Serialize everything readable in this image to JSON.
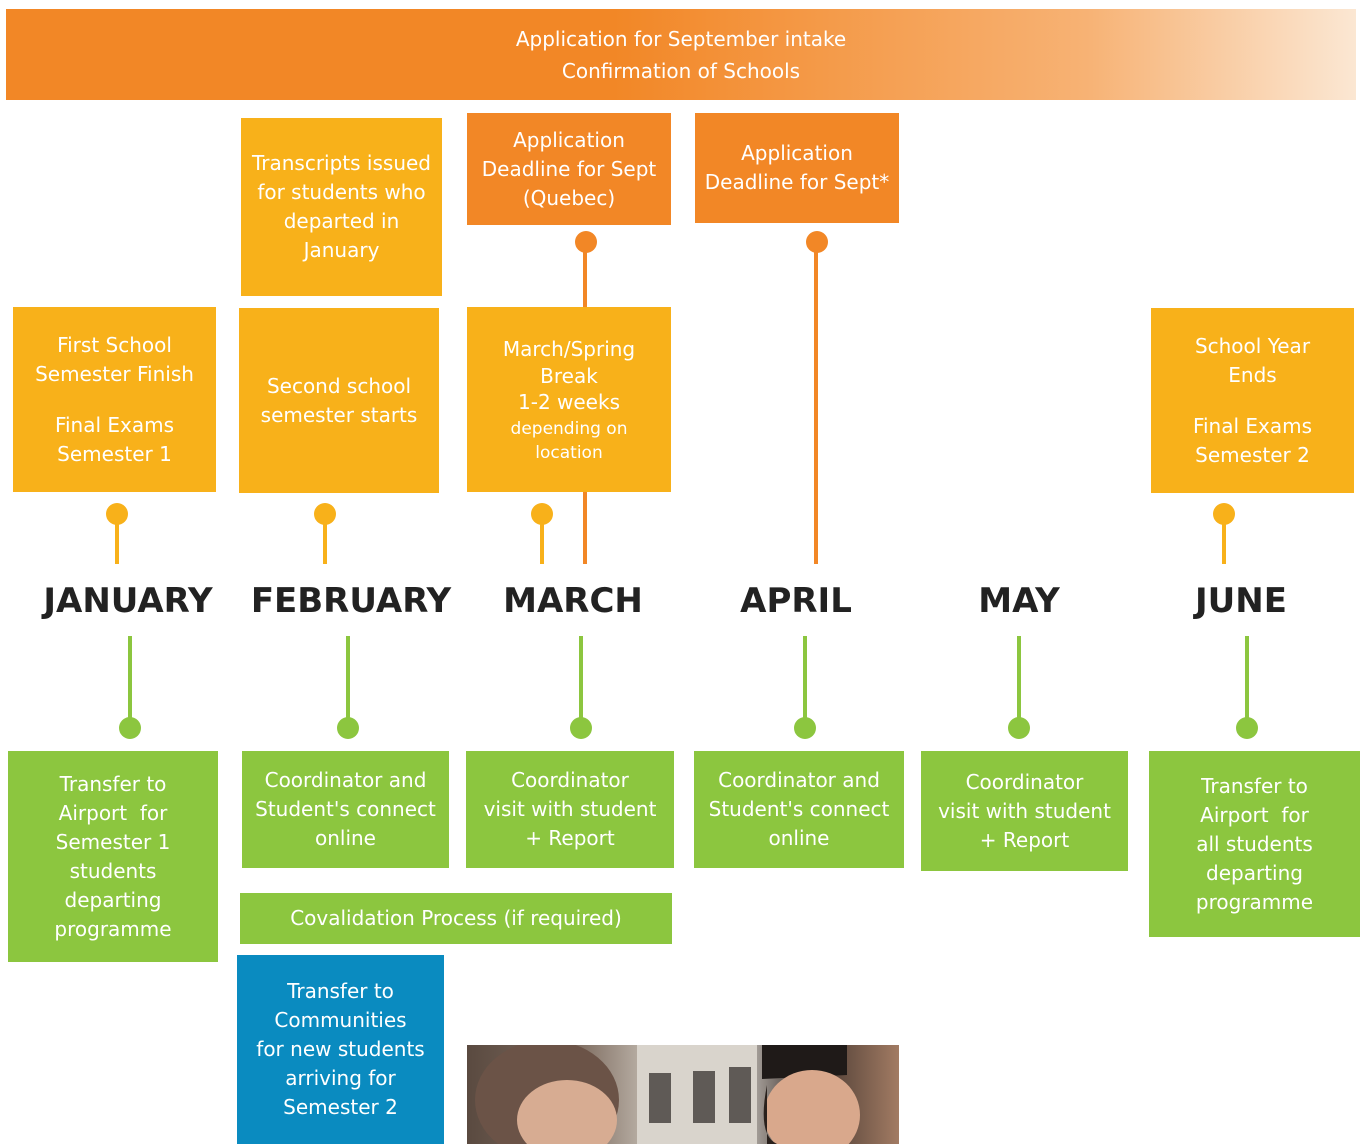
{
  "banner": {
    "line1": "Application for September intake",
    "line2": "Confirmation of Schools"
  },
  "months": [
    "JANUARY",
    "FEBRUARY",
    "MARCH",
    "APRIL",
    "MAY",
    "JUNE"
  ],
  "top_boxes": {
    "transcripts": [
      "Transcripts issued",
      "for students who",
      "departed in",
      "January"
    ],
    "deadline_quebec": [
      "Application",
      "Deadline for Sept",
      "(Quebec)"
    ],
    "deadline_sept": [
      "Application",
      "Deadline for Sept*"
    ],
    "jan": {
      "l1": "First School",
      "l2": "Semester Finish",
      "l3": "Final Exams",
      "l4": "Semester 1"
    },
    "feb": {
      "l1": "Second school",
      "l2": "semester starts"
    },
    "mar": {
      "l1": "March/Spring",
      "l2": "Break",
      "l3": "1-2 weeks",
      "l4": "depending on",
      "l5": "location"
    },
    "jun": {
      "l1": "School Year",
      "l2": "Ends",
      "l3": "Final Exams",
      "l4": "Semester 2"
    }
  },
  "bottom_boxes": {
    "jan": [
      "Transfer to",
      "Airport  for",
      "Semester 1",
      "students",
      "departing",
      "programme"
    ],
    "feb": [
      "Coordinator and",
      "Student's connect",
      "online"
    ],
    "mar": [
      "Coordinator",
      "visit with student",
      "+ Report"
    ],
    "apr": [
      "Coordinator and",
      "Student's connect",
      "online"
    ],
    "may": [
      "Coordinator",
      "visit with student",
      "+ Report"
    ],
    "jun": [
      "Transfer to",
      "Airport  for",
      "all students",
      "departing",
      "programme"
    ]
  },
  "covalidation": "Covalidation Process (if required)",
  "communities": [
    "Transfer to",
    "Communities",
    "for new students",
    "arriving for",
    "Semester 2"
  ],
  "colors": {
    "orange": "#f28726",
    "yellow": "#f8b11a",
    "green": "#8cc63f",
    "blue": "#0a8bc0"
  }
}
